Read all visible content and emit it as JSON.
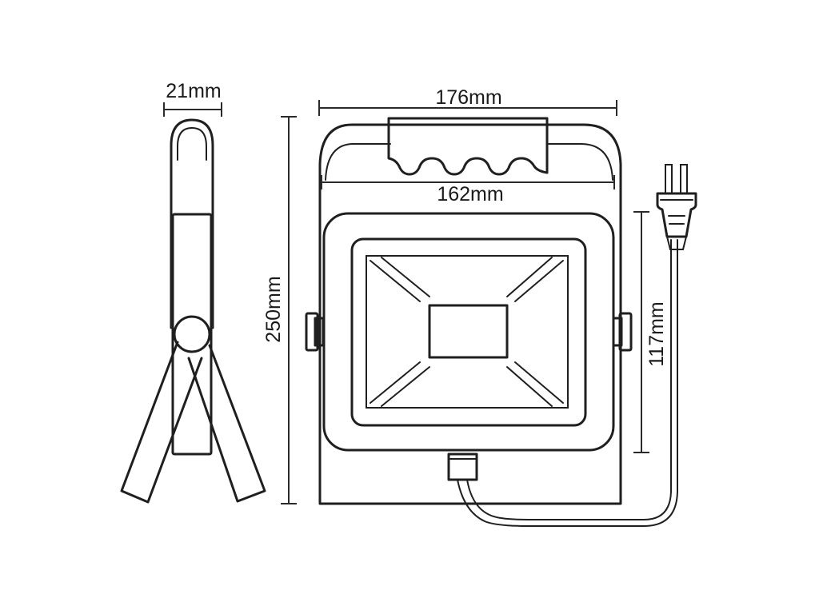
{
  "dimensions": {
    "side_width": "21mm",
    "total_width": "176mm",
    "inner_width": "162mm",
    "total_height": "250mm",
    "lens_height": "117mm"
  }
}
